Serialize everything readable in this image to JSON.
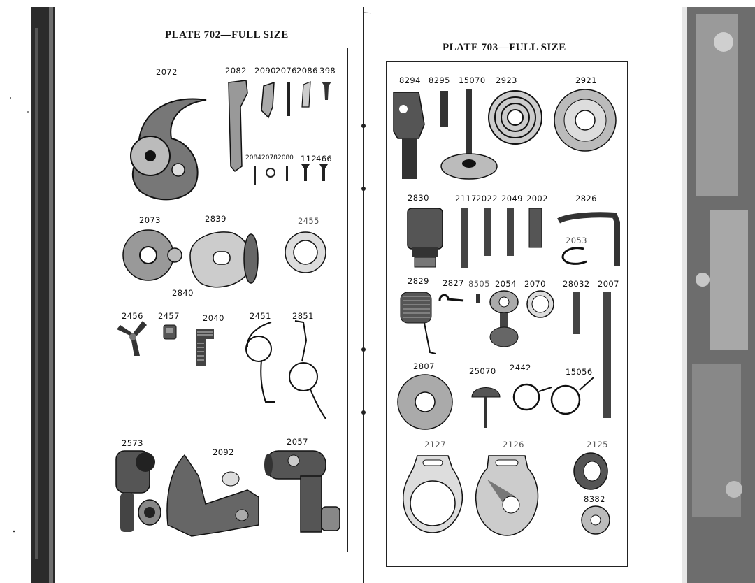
{
  "left_plate": {
    "title": "PLATE 702—FULL SIZE",
    "parts": {
      "p2072": "2072",
      "p2082": "2082",
      "p2090": "2090",
      "p2076": "2076",
      "p2086": "2086",
      "p398": "398",
      "p2084": "2084",
      "p2078": "2078",
      "p2080": "2080",
      "p112": "112",
      "p466": "466",
      "p2073": "2073",
      "p2839": "2839",
      "p2455": "2455",
      "p2840": "2840",
      "p2456": "2456",
      "p2457": "2457",
      "p2040": "2040",
      "p2451": "2451",
      "p2851": "2851",
      "p2573": "2573",
      "p2092": "2092",
      "p2057": "2057"
    }
  },
  "right_plate": {
    "title": "PLATE 703—FULL SIZE",
    "parts": {
      "p8294": "8294",
      "p8295": "8295",
      "p15070": "15070",
      "p2923": "2923",
      "p2921": "2921",
      "p2830": "2830",
      "p2117": "2117",
      "p2022": "2022",
      "p2049": "2049",
      "p2002": "2002",
      "p2826": "2826",
      "p2053": "2053",
      "p2829": "2829",
      "p2827": "2827",
      "p8505": "8505",
      "p2054": "2054",
      "p2070": "2070",
      "p28032": "28032",
      "p2007": "2007",
      "p2807": "2807",
      "p25070": "25070",
      "p2442": "2442",
      "p15056": "15056",
      "p2127": "2127",
      "p2126": "2126",
      "p2125": "2125",
      "p8382": "8382"
    }
  }
}
